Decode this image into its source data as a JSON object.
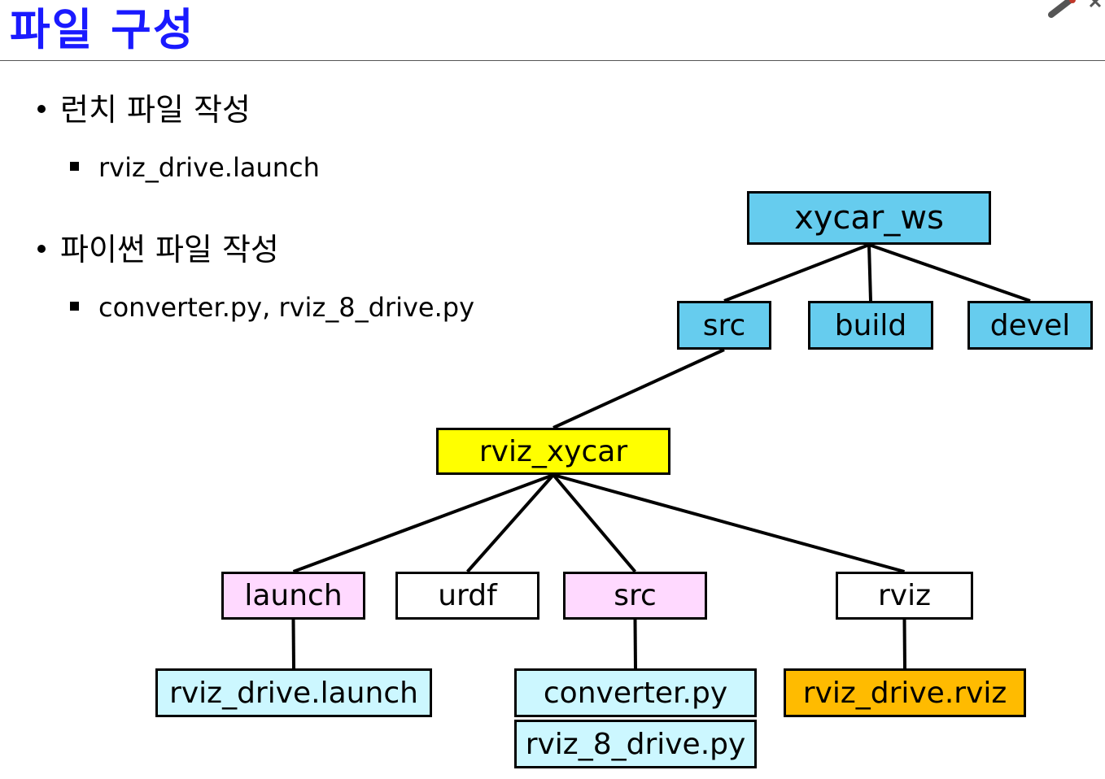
{
  "title": "파일 구성",
  "colors": {
    "title": "#1a1aff",
    "blue_box": "#66ccee",
    "yellow_box": "#ffff00",
    "pink_box": "#ffd9ff",
    "white_box": "#ffffff",
    "lightcyan_box": "#ccf7ff",
    "orange_box": "#ffbb00"
  },
  "bullets": [
    {
      "text": "런치 파일 작성",
      "sub": "rviz_drive.launch"
    },
    {
      "text": "파이썬 파일 작성",
      "sub": "converter.py,  rviz_8_drive.py"
    }
  ],
  "tree": {
    "nodes": {
      "xycar_ws": {
        "label": "xycar_ws",
        "color": "blue_box"
      },
      "src_top": {
        "label": "src",
        "color": "blue_box"
      },
      "build": {
        "label": "build",
        "color": "blue_box"
      },
      "devel": {
        "label": "devel",
        "color": "blue_box"
      },
      "rviz_xycar": {
        "label": "rviz_xycar",
        "color": "yellow_box"
      },
      "launch": {
        "label": "launch",
        "color": "pink_box"
      },
      "urdf": {
        "label": "urdf",
        "color": "white_box"
      },
      "src_pkg": {
        "label": "src",
        "color": "pink_box"
      },
      "rviz": {
        "label": "rviz",
        "color": "white_box"
      },
      "rviz_drive_launch": {
        "label": "rviz_drive.launch",
        "color": "lightcyan_box"
      },
      "converter_py": {
        "label": "converter.py",
        "color": "lightcyan_box"
      },
      "rviz_8_drive_py": {
        "label": "rviz_8_drive.py",
        "color": "lightcyan_box"
      },
      "rviz_drive_rviz": {
        "label": "rviz_drive.rviz",
        "color": "orange_box"
      }
    },
    "edges": [
      [
        "xycar_ws",
        "src_top"
      ],
      [
        "xycar_ws",
        "build"
      ],
      [
        "xycar_ws",
        "devel"
      ],
      [
        "src_top",
        "rviz_xycar"
      ],
      [
        "rviz_xycar",
        "launch"
      ],
      [
        "rviz_xycar",
        "urdf"
      ],
      [
        "rviz_xycar",
        "src_pkg"
      ],
      [
        "rviz_xycar",
        "rviz"
      ],
      [
        "launch",
        "rviz_drive_launch"
      ],
      [
        "src_pkg",
        "converter_py"
      ],
      [
        "rviz",
        "rviz_drive_rviz"
      ]
    ]
  }
}
